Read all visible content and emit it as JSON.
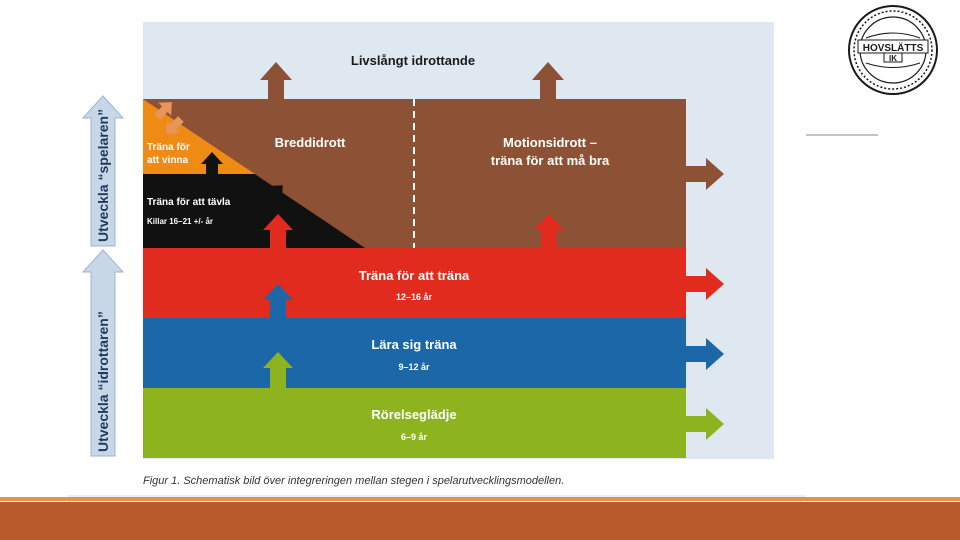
{
  "diagram": {
    "top_label": "Livslångt idrottande",
    "side_upper": "Utveckla  “spelaren”",
    "side_lower": "Utveckla  “idrottaren”",
    "levels": [
      {
        "title": "Rörelseglädje",
        "ages": "6–9 år",
        "color": "#8db41e"
      },
      {
        "title": "Lära sig träna",
        "ages": "9–12 år",
        "color": "#1c67a8"
      },
      {
        "title": "Träna för att träna",
        "ages": "12–16 år",
        "color": "#e12b1f"
      }
    ],
    "brown_color": "#8d5236",
    "bredd": "Breddidrott",
    "motion_line1": "Motionsidrott –",
    "motion_line2": "träna för att må bra",
    "tavla_title": "Träna för att tävla",
    "tavla_ages": "Killar 16–21 +/- år",
    "vinna_line1": "Träna för",
    "vinna_line2": "att vinna",
    "vinna_color": "#ef8a14",
    "caption": "Figur 1. Schematisk bild över integreringen mellan stegen i spelarutvecklingsmodellen."
  },
  "logo": {
    "line1": "HOVSLÄTTS",
    "line2": "IK"
  },
  "footer_color": "#b85a2b"
}
